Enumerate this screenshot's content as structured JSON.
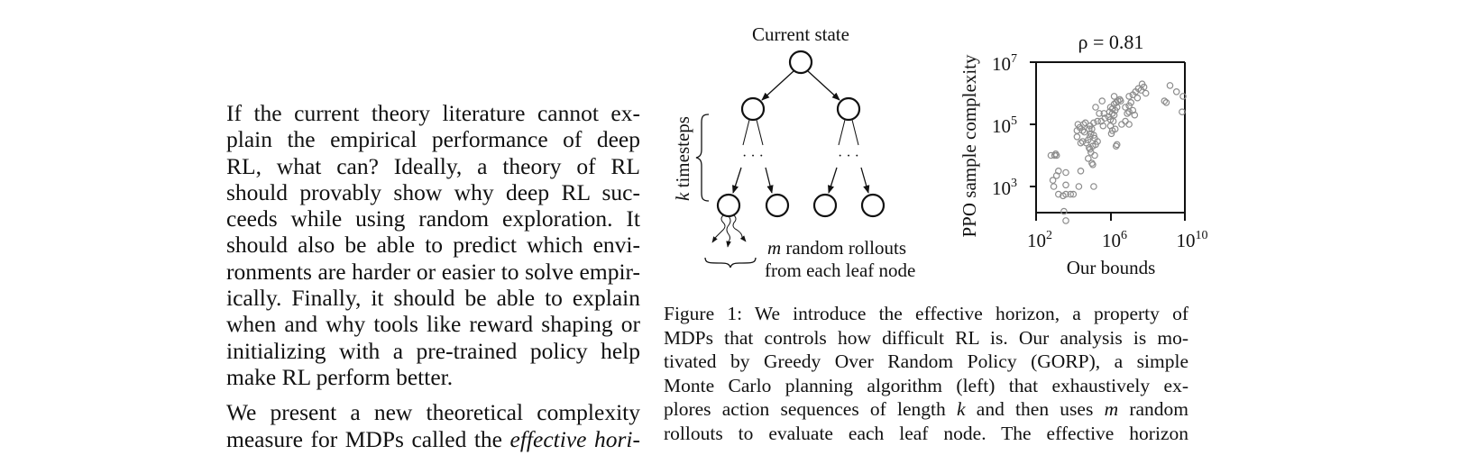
{
  "left_column": {
    "paragraph1_lines": [
      "If the current theory literature cannot ex-",
      "plain the empirical performance of deep",
      "RL, what can?  Ideally, a theory of RL",
      "should provably show why deep RL suc-",
      "ceeds while using random exploration.  It",
      "should also be able to predict which envi-",
      "ronments are harder or easier to solve empir-",
      "ically. Finally, it should be able to explain",
      "when and why tools like reward shaping or",
      "initializing with a pre-trained policy help",
      "make RL perform better."
    ],
    "paragraph2_line1": "We present a new theoretical complexity",
    "paragraph2_line2_prefix": "measure for MDPs called the ",
    "paragraph2_line2_italic": "effective hori-"
  },
  "figure": {
    "tree": {
      "root_label": "Current state",
      "depth_label_var": "k",
      "depth_label_text": " timesteps",
      "dots": "· · ·",
      "rollout_label_var": "m",
      "rollout_label_line1": " random rollouts",
      "rollout_label_line2": "from each leaf node"
    },
    "scatter": {
      "title": "ρ = 0.81",
      "ylabel": "PPO sample complexity",
      "xlabel": "Our bounds",
      "yticks": [
        {
          "base": "10",
          "exp": "7"
        },
        {
          "base": "10",
          "exp": "5"
        },
        {
          "base": "10",
          "exp": "3"
        }
      ],
      "xticks": [
        {
          "base": "10",
          "exp": "2"
        },
        {
          "base": "10",
          "exp": "6"
        },
        {
          "base": "10",
          "exp": "10"
        }
      ],
      "marker_color": "#8c8c8c"
    }
  },
  "caption": {
    "lines": [
      "Figure 1:  We introduce the effective horizon, a property of",
      "MDPs that controls how difficult RL is. Our analysis is mo-",
      "tivated by Greedy Over Random Policy (GORP), a simple",
      "Monte Carlo planning algorithm (left) that exhaustively ex-"
    ],
    "line5_a": "plores action sequences of length ",
    "line5_k": "k",
    "line5_b": " and then uses ",
    "line5_m": "m",
    "line5_c": " random",
    "line6": "rollouts to evaluate each leaf node.  The effective horizon"
  },
  "chart_data": {
    "type": "scatter",
    "title": "ρ = 0.81",
    "xlabel": "Our bounds",
    "ylabel": "PPO sample complexity",
    "xscale": "log",
    "yscale": "log",
    "xlim": [
      100,
      10000000000
    ],
    "ylim": [
      150,
      10000000
    ],
    "xticks": [
      "10^2",
      "10^6",
      "10^10"
    ],
    "yticks": [
      "10^3",
      "10^5",
      "10^7"
    ],
    "grid": false,
    "legend": null,
    "correlation_rho": 0.81,
    "points_log10": [
      [
        2.8,
        4.0
      ],
      [
        3.0,
        4.0
      ],
      [
        3.05,
        4.05
      ],
      [
        3.1,
        4.0
      ],
      [
        2.9,
        3.2
      ],
      [
        3.1,
        3.35
      ],
      [
        3.2,
        3.5
      ],
      [
        2.95,
        3.0
      ],
      [
        3.6,
        3.45
      ],
      [
        3.6,
        3.05
      ],
      [
        3.45,
        2.7
      ],
      [
        3.6,
        2.75
      ],
      [
        3.5,
        2.2
      ],
      [
        4.0,
        2.75
      ],
      [
        4.3,
        3.0
      ],
      [
        4.4,
        3.5
      ],
      [
        5.1,
        3.0
      ],
      [
        5.05,
        3.7
      ],
      [
        3.2,
        2.75
      ],
      [
        3.85,
        2.75
      ],
      [
        3.6,
        1.9
      ],
      [
        4.2,
        4.8
      ],
      [
        4.25,
        5.0
      ],
      [
        4.35,
        4.9
      ],
      [
        4.5,
        4.8
      ],
      [
        4.6,
        4.75
      ],
      [
        4.2,
        4.6
      ],
      [
        4.4,
        4.4
      ],
      [
        4.5,
        4.45
      ],
      [
        4.7,
        4.4
      ],
      [
        4.8,
        4.5
      ],
      [
        4.9,
        4.6
      ],
      [
        4.95,
        4.7
      ],
      [
        4.85,
        4.85
      ],
      [
        4.9,
        4.95
      ],
      [
        5.0,
        4.85
      ],
      [
        5.1,
        4.65
      ],
      [
        5.15,
        4.55
      ],
      [
        5.2,
        4.35
      ],
      [
        5.05,
        4.3
      ],
      [
        4.85,
        4.25
      ],
      [
        4.95,
        4.1
      ],
      [
        5.1,
        5.05
      ],
      [
        5.3,
        5.1
      ],
      [
        5.5,
        5.1
      ],
      [
        5.4,
        5.35
      ],
      [
        5.7,
        5.2
      ],
      [
        5.9,
        5.25
      ],
      [
        6.0,
        5.15
      ],
      [
        6.1,
        5.35
      ],
      [
        6.2,
        5.3
      ],
      [
        4.9,
        4.2
      ],
      [
        5.15,
        4.0
      ],
      [
        5.3,
        4.45
      ],
      [
        5.0,
        3.75
      ],
      [
        4.8,
        3.9
      ],
      [
        5.6,
        4.95
      ],
      [
        5.65,
        5.35
      ],
      [
        5.55,
        5.75
      ],
      [
        5.2,
        5.55
      ],
      [
        4.55,
        5.0
      ],
      [
        4.65,
        5.05
      ],
      [
        5.95,
        5.4
      ],
      [
        6.0,
        5.55
      ],
      [
        6.1,
        5.5
      ],
      [
        6.2,
        5.65
      ],
      [
        6.3,
        5.7
      ],
      [
        6.4,
        5.75
      ],
      [
        6.5,
        5.8
      ],
      [
        6.55,
        5.75
      ],
      [
        6.35,
        5.55
      ],
      [
        6.25,
        5.45
      ],
      [
        6.15,
        5.1
      ],
      [
        6.0,
        4.95
      ],
      [
        6.1,
        4.8
      ],
      [
        6.05,
        4.7
      ],
      [
        6.25,
        4.85
      ],
      [
        6.3,
        4.3
      ],
      [
        6.35,
        4.35
      ],
      [
        6.6,
        5.0
      ],
      [
        6.8,
        5.1
      ],
      [
        6.9,
        5.35
      ],
      [
        6.2,
        5.9
      ],
      [
        7.0,
        5.9
      ],
      [
        7.2,
        5.95
      ],
      [
        7.35,
        6.05
      ],
      [
        7.5,
        6.15
      ],
      [
        7.7,
        6.3
      ],
      [
        7.8,
        6.2
      ],
      [
        7.65,
        6.1
      ],
      [
        7.45,
        5.85
      ],
      [
        7.9,
        6.0
      ],
      [
        7.1,
        5.7
      ],
      [
        7.0,
        5.4
      ],
      [
        7.2,
        5.45
      ],
      [
        7.3,
        5.3
      ],
      [
        7.0,
        5.6
      ],
      [
        6.8,
        5.55
      ],
      [
        7.0,
        5.0
      ],
      [
        8.9,
        5.75
      ],
      [
        9.0,
        5.7
      ],
      [
        9.2,
        6.25
      ],
      [
        9.55,
        6.05
      ],
      [
        9.85,
        5.4
      ],
      [
        10.0,
        5.9
      ]
    ]
  }
}
